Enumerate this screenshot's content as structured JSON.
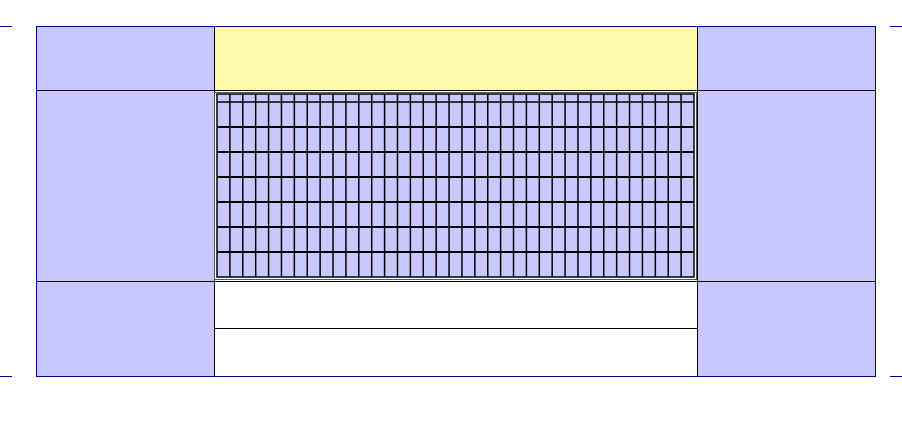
{
  "colors": {
    "background": "#ffffff",
    "side_panel": "#c8c8ff",
    "header_band": "#fff8a8",
    "grid_fill": "#c8c8ff",
    "frame_line": "#000080",
    "rule_line": "#000000"
  },
  "layout": {
    "columns": [
      "left-panel",
      "center-panel",
      "right-panel"
    ],
    "center_rows": [
      "header-band",
      "grid-area",
      "white-row",
      "white-row"
    ]
  },
  "grid": {
    "columns": 37,
    "rows": 7
  }
}
